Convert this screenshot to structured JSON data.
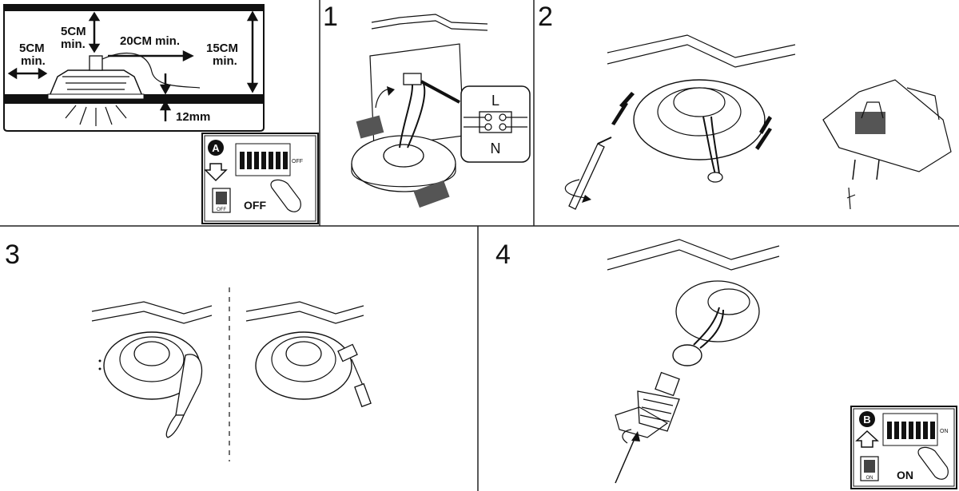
{
  "panels": {
    "dimensions": {
      "side_clearance": "5CM",
      "side_min": "min.",
      "top_clearance": "5CM",
      "top_min": "min.",
      "cable_length": "20CM min.",
      "height": "15CM",
      "height_min": "min.",
      "thickness": "12mm"
    },
    "power_off": {
      "badge": "A",
      "state": "OFF",
      "switch_label": "OFF",
      "knob_label": "OFF"
    },
    "step1": {
      "number": "1",
      "live_label": "L",
      "neutral_label": "N"
    },
    "step2": {
      "number": "2"
    },
    "step3": {
      "number": "3"
    },
    "step4": {
      "number": "4"
    },
    "power_on": {
      "badge": "B",
      "state": "ON",
      "switch_label": "ON",
      "knob_label": "ON"
    }
  }
}
